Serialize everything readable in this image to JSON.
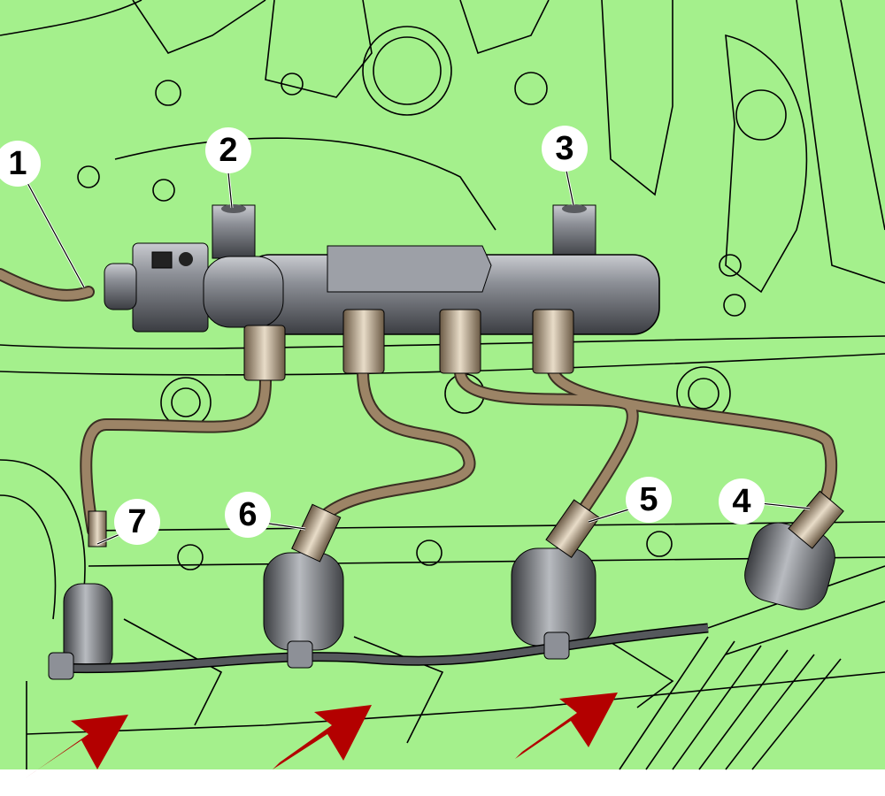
{
  "colors": {
    "background": "#a4f08c",
    "pipe": "#9c8466",
    "rail": "#8a8d94",
    "harness": "#55585c",
    "arrow": "#b30000"
  },
  "callouts": [
    {
      "label": "1",
      "target": "fuel-return-line"
    },
    {
      "label": "2",
      "target": "rail-mount-bolt-left"
    },
    {
      "label": "3",
      "target": "rail-mount-bolt-right"
    },
    {
      "label": "4",
      "target": "injector-line-4"
    },
    {
      "label": "5",
      "target": "injector-line-5"
    },
    {
      "label": "6",
      "target": "injector-line-6"
    },
    {
      "label": "7",
      "target": "injector-line-7"
    }
  ]
}
